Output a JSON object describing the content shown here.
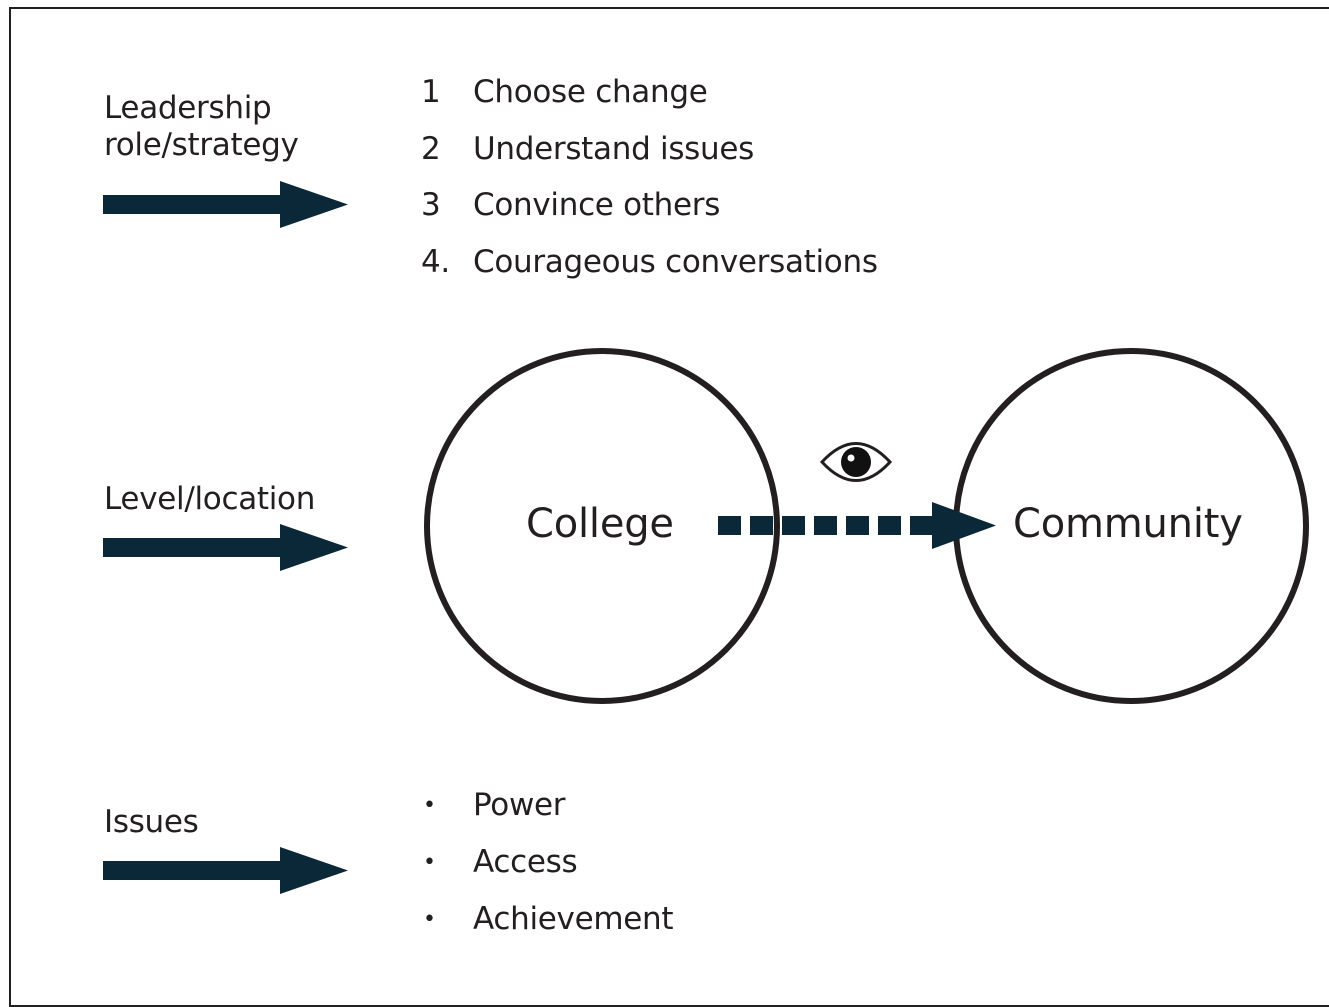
{
  "labels": {
    "leadership": "Leadership\nrole/strategy",
    "level": "Level/location",
    "issues": "Issues"
  },
  "steps": [
    {
      "num": "1",
      "text": "Choose change"
    },
    {
      "num": "2",
      "text": "Understand issues"
    },
    {
      "num": "3",
      "text": "Convince others"
    },
    {
      "num": "4.",
      "text": "Courageous conversations"
    }
  ],
  "circles": {
    "college": "College",
    "community": "Community"
  },
  "issue_items": [
    {
      "bullet": "•",
      "text": "Power"
    },
    {
      "bullet": "•",
      "text": "Access"
    },
    {
      "bullet": "•",
      "text": "Achievement"
    }
  ],
  "colors": {
    "arrow": "#0b2838",
    "line": "#231f20"
  },
  "icons": {
    "observe": "eye-icon"
  }
}
